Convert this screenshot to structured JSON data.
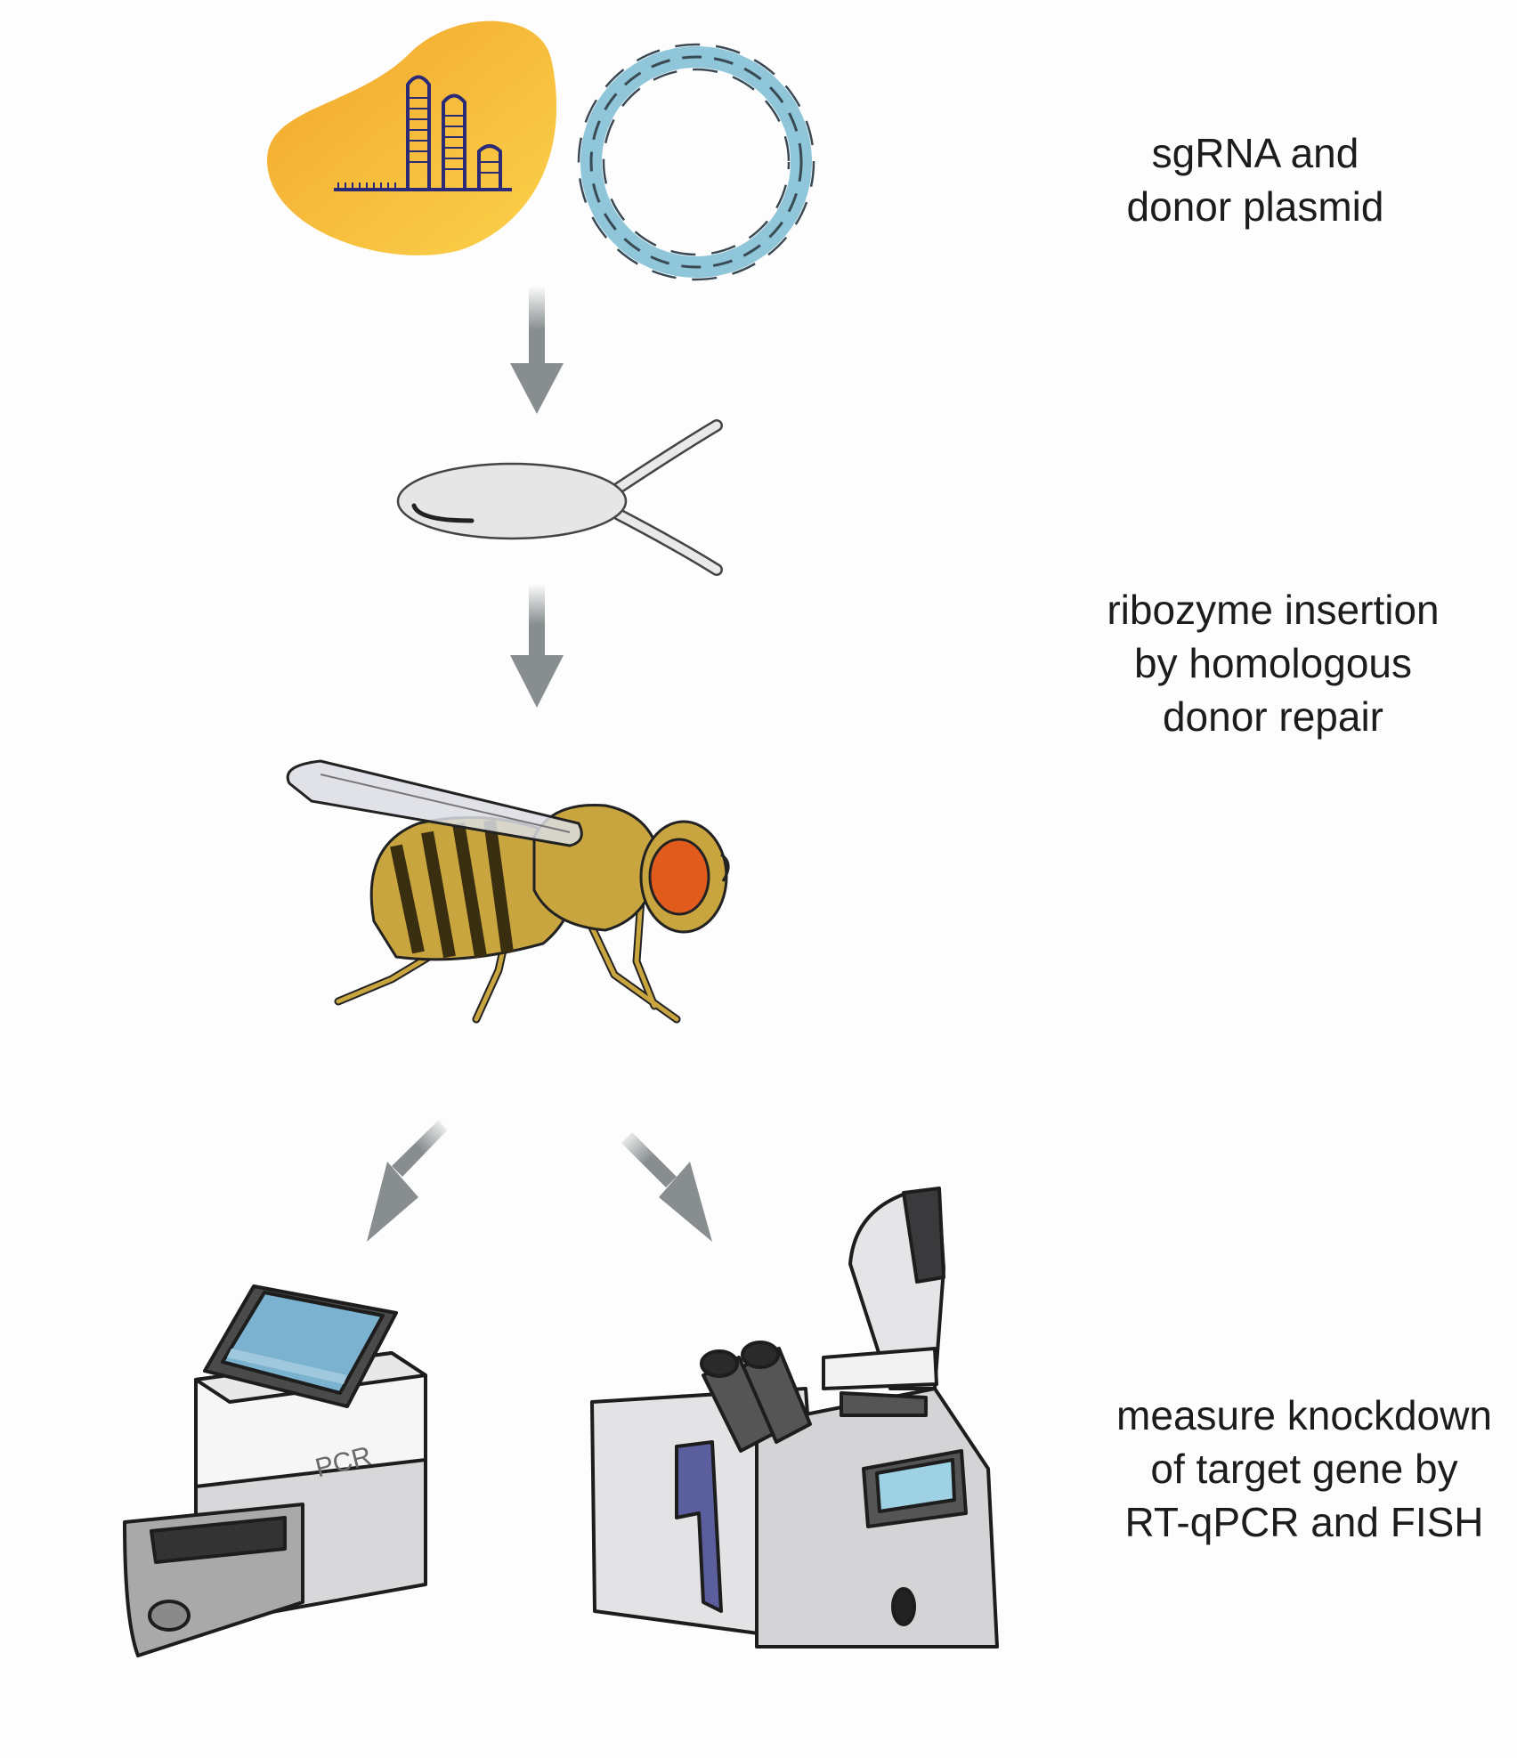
{
  "steps": [
    {
      "lines": [
        "sgRNA and",
        "donor plasmid"
      ]
    },
    {
      "lines": [
        "ribozyme insertion",
        "by homologous",
        "donor repair"
      ]
    },
    {
      "lines": [
        "measure knockdown",
        "of target gene by",
        "RT-qPCR and FISH"
      ]
    }
  ],
  "pcr_machine": {
    "label": "PCR"
  },
  "colors": {
    "arrow": "#888e90",
    "rna_blob": "#f6b531",
    "dna": "#8fc6d9",
    "fly_body": "#c9a53f",
    "fly_eye": "#e15b1d",
    "screen": "#7bb2cf",
    "microscope_accent": "#5a5e9c"
  },
  "icons": [
    "sgrna-icon",
    "plasmid-icon",
    "embryo-icon",
    "fly-icon",
    "pcr-machine-icon",
    "microscope-icon"
  ]
}
